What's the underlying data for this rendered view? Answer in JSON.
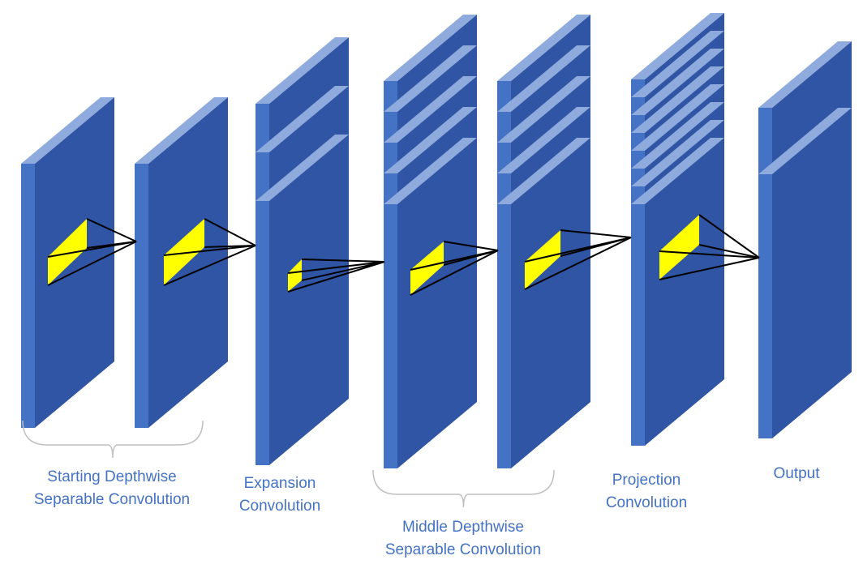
{
  "labels": {
    "starting_depthwise": {
      "line1": "Starting Depthwise",
      "line2": "Separable Convolution"
    },
    "expansion": {
      "line1": "Expansion",
      "line2": "Convolution"
    },
    "middle_depthwise": {
      "line1": "Middle Depthwise",
      "line2": "Separable Convolution"
    },
    "projection": {
      "line1": "Projection",
      "line2": "Convolution"
    },
    "output": {
      "line1": "Output"
    }
  },
  "colors": {
    "layer_face": "#2f55a4",
    "layer_side": "#4472c4",
    "layer_top": "#8faadc",
    "kernel": "#ffff00",
    "connector": "#000000",
    "brace": "#bfbfbf",
    "label_text": "#4472c4"
  }
}
